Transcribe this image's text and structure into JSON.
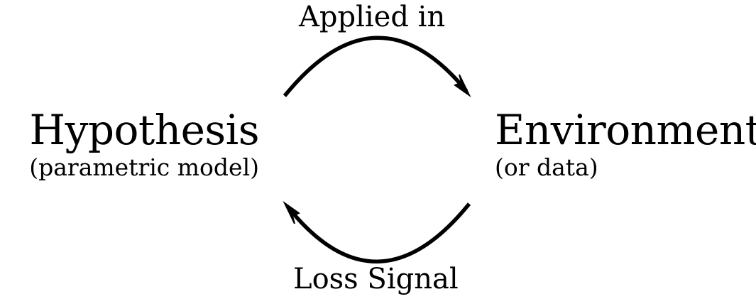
{
  "arrows": {
    "top_label": "Applied in",
    "bottom_label": "Loss Signal"
  },
  "nodes": {
    "left": {
      "title": "Hypothesis",
      "subtitle": "(parametric model)"
    },
    "right": {
      "title": "Environment",
      "subtitle": "(or data)"
    }
  },
  "colors": {
    "ink": "#000000",
    "background": "#ffffff"
  }
}
